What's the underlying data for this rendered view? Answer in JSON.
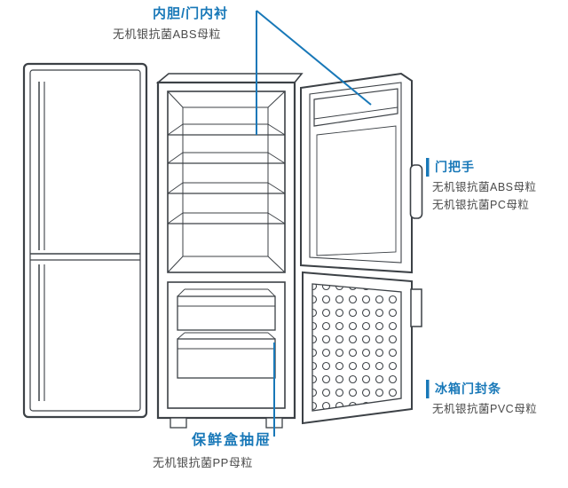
{
  "colors": {
    "accent": "#1878b8",
    "ink": "#3c4146",
    "subtext": "#4a4a4a"
  },
  "labels": {
    "liner": {
      "title": "内胆/门内衬",
      "sub": "无机银抗菌ABS母粒"
    },
    "handle": {
      "title": "门把手",
      "sub1": "无机银抗菌ABS母粒",
      "sub2": "无机银抗菌PC母粒"
    },
    "seal": {
      "title": "冰箱门封条",
      "sub": "无机银抗菌PVC母粒"
    },
    "drawer": {
      "title": "保鲜盒抽屉",
      "sub": "无机银抗菌PP母粒"
    }
  },
  "diagram": {
    "parts": [
      "closed-refrigerator",
      "open-refrigerator-cabinet",
      "upper-door-open",
      "lower-door-with-seal"
    ]
  }
}
